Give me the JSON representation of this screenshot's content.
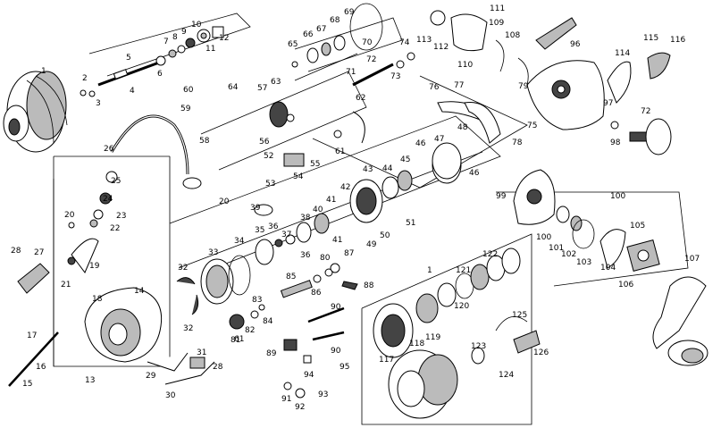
{
  "labels": {
    "p1": "1",
    "p2": "2",
    "p3": "3",
    "p4": "4",
    "p5": "5",
    "p6": "6",
    "p7": "7",
    "p8": "8",
    "p9": "9",
    "p10": "10",
    "p11": "11",
    "p12": "12",
    "p13": "13",
    "p14": "14",
    "p15": "15",
    "p16": "16",
    "p17": "17",
    "p18": "18",
    "p19": "19",
    "p20a": "20",
    "p20b": "20",
    "p21": "21",
    "p22": "22",
    "p23": "23",
    "p24": "24",
    "p25": "25",
    "p26": "26",
    "p27": "27",
    "p28a": "28",
    "p28b": "28",
    "p29": "29",
    "p30": "30",
    "p31": "31",
    "p32a": "32",
    "p32b": "32",
    "p33": "33",
    "p34": "34",
    "p35": "35",
    "p36a": "36",
    "p36b": "36",
    "p37": "37",
    "p38": "38",
    "p39": "39",
    "p40": "40",
    "p41a": "41",
    "p41b": "41",
    "p42": "42",
    "p43": "43",
    "p44": "44",
    "p45": "45",
    "p46a": "46",
    "p46b": "46",
    "p47": "47",
    "p48": "48",
    "p49": "49",
    "p50": "50",
    "p51": "51",
    "p52": "52",
    "p53": "53",
    "p54": "54",
    "p55": "55",
    "p56": "56",
    "p57": "57",
    "p58": "58",
    "p59": "59",
    "p60": "60",
    "p61a": "61",
    "p61b": "61",
    "p62": "62",
    "p63": "63",
    "p64": "64",
    "p65": "65",
    "p66": "66",
    "p67": "67",
    "p68": "68",
    "p69": "69",
    "p70": "70",
    "p71": "71",
    "p72a": "72",
    "p72b": "72",
    "p73": "73",
    "p74": "74",
    "p75": "75",
    "p76": "76",
    "p77": "77",
    "p78": "78",
    "p79": "79",
    "p80": "80",
    "p81": "81",
    "p82": "82",
    "p83": "83",
    "p84": "84",
    "p85": "85",
    "p86": "86",
    "p87": "87",
    "p88": "88",
    "p89": "89",
    "p90a": "90",
    "p90b": "90",
    "p91": "91",
    "p92": "92",
    "p93": "93",
    "p94": "94",
    "p95": "95",
    "p96": "96",
    "p97": "97",
    "p98": "98",
    "p99": "99",
    "p100a": "100",
    "p100b": "100",
    "p101": "101",
    "p102": "102",
    "p103": "103",
    "p104": "104",
    "p105": "105",
    "p106": "106",
    "p107": "107",
    "p108": "108",
    "p109": "109",
    "p110": "110",
    "p111": "111",
    "p112": "112",
    "p113": "113",
    "p114": "114",
    "p115": "115",
    "p116": "116",
    "p117": "117",
    "p118": "118",
    "p119": "119",
    "p120": "120",
    "p121": "121",
    "p122": "122",
    "p123": "123",
    "p124": "124",
    "p125": "125",
    "p126": "126",
    "p1b": "1"
  }
}
